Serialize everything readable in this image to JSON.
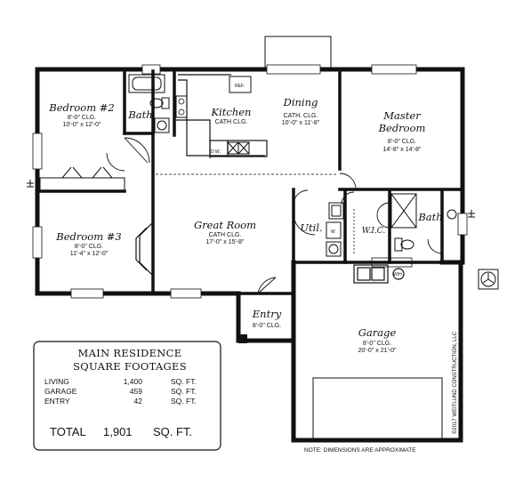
{
  "rooms": {
    "bedroom2": {
      "name": "Bedroom #2",
      "ceiling": "8'-0\" CLG.",
      "size": "10'-0\" x 12'-0\""
    },
    "bath1": {
      "name": "Bath"
    },
    "kitchen": {
      "name": "Kitchen",
      "ceiling": "CATH CLG."
    },
    "dining": {
      "name": "Dining",
      "ceiling": "CATH. CLG.",
      "size": "10'-0\" x 11'-8\""
    },
    "master": {
      "name_line1": "Master",
      "name_line2": "Bedroom",
      "ceiling": "8'-0\" CLG.",
      "size": "14'-8\" x 14'-8\""
    },
    "bedroom3": {
      "name": "Bedroom #3",
      "ceiling": "8'-0\" CLG.",
      "size": "11'-4\" x 12'-0\""
    },
    "great_room": {
      "name": "Great Room",
      "ceiling": "CATH CLG.",
      "size": "17'-0\" x 15'-8\""
    },
    "utility": {
      "name": "Util."
    },
    "wic": {
      "name": "W.I.C."
    },
    "bath2": {
      "name": "Bath"
    },
    "entry": {
      "name": "Entry",
      "ceiling": "8'-0\" CLG."
    },
    "garage": {
      "name": "Garage",
      "ceiling": "8'-0\" CLG.",
      "size": "20'-0\" x 21'-0\""
    }
  },
  "fixtures": {
    "refrigerator": "REF.",
    "dishwasher": "D.W.",
    "water_heater": "W/H",
    "washer": "W"
  },
  "square_footage": {
    "title_line1": "MAIN RESIDENCE",
    "title_line2": "SQUARE FOOTAGES",
    "rows": [
      {
        "label": "LIVING",
        "value": "1,400",
        "unit": "SQ.  FT."
      },
      {
        "label": "GARAGE",
        "value": "459",
        "unit": "SQ.  FT."
      },
      {
        "label": "ENTRY",
        "value": "42",
        "unit": "SQ.  FT."
      }
    ],
    "total_label": "TOTAL",
    "total_value": "1,901",
    "total_unit": "SQ.  FT."
  },
  "note": "NOTE:  DIMENSIONS ARE APPROXIMATE",
  "copyright": "©2017 WEITLUND CONSTRUCTION, LLC"
}
